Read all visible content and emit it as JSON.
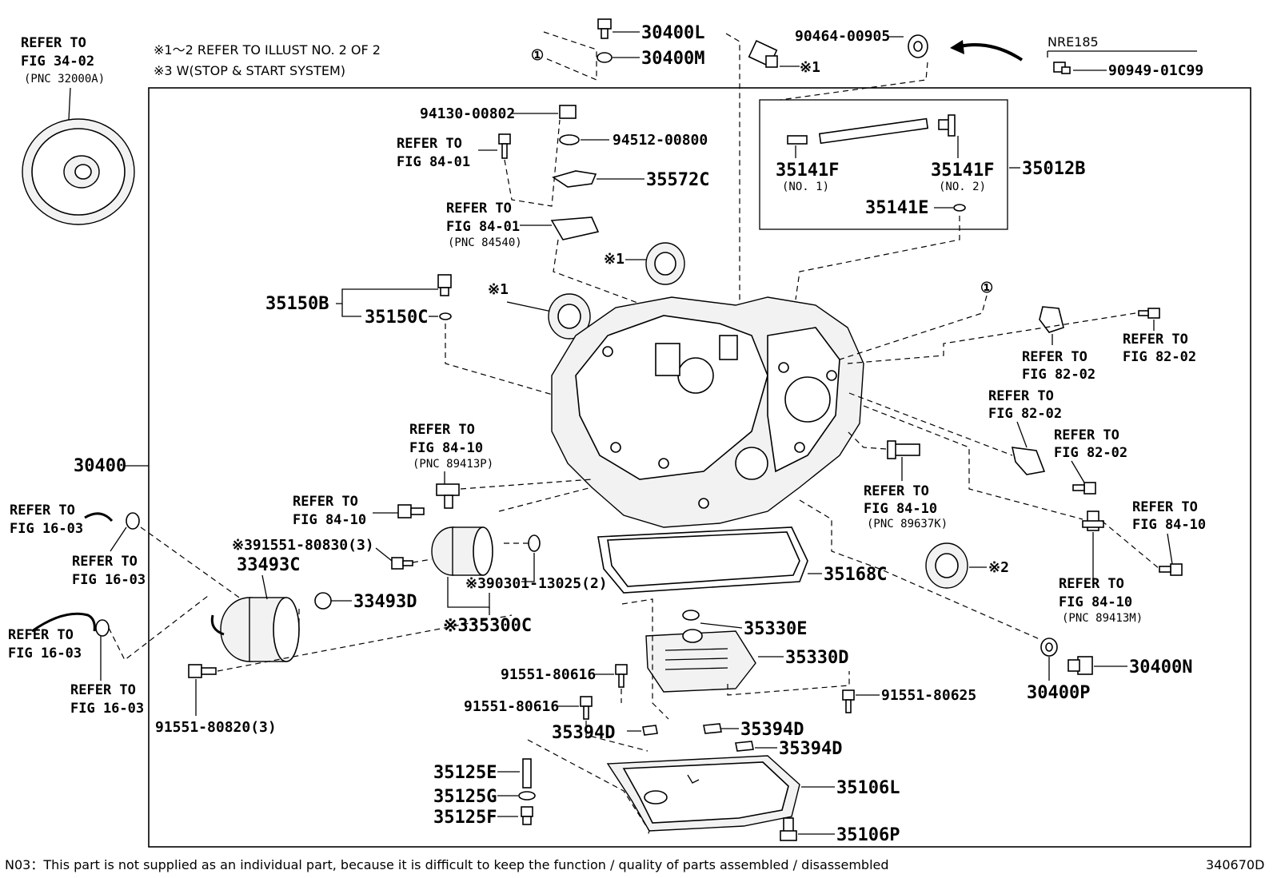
{
  "notes": {
    "line1": "※1～2 REFER TO ILLUST NO. 2 OF 2",
    "line2": "※3 W(STOP & START SYSTEM)",
    "model": "NRE185",
    "footer": "N03：This part is not supplied as an individual part, because it is difficult to keep the function / quality of parts  assembled / disassembled",
    "figure_id": "340670D"
  },
  "refs": {
    "r_34_02": [
      "REFER TO",
      "FIG 34-02",
      "(PNC 32000A)"
    ],
    "r_84_01a": [
      "REFER TO",
      "FIG 84-01"
    ],
    "r_84_01b": [
      "REFER TO",
      "FIG 84-01",
      "(PNC 84540)"
    ],
    "r_84_10a": [
      "REFER TO",
      "FIG 84-10",
      "(PNC 89413P)"
    ],
    "r_84_10b": [
      "REFER TO",
      "FIG 84-10"
    ],
    "r_84_10c": [
      "REFER TO",
      "FIG 84-10",
      "(PNC 89637K)"
    ],
    "r_84_10d": [
      "REFER TO",
      "FIG 84-10"
    ],
    "r_84_10e": [
      "REFER TO",
      "FIG 84-10",
      "(PNC 89413M)"
    ],
    "r_82_02a": [
      "REFER TO",
      "FIG 82-02"
    ],
    "r_82_02b": [
      "REFER TO",
      "FIG 82-02"
    ],
    "r_82_02c": [
      "REFER TO",
      "FIG 82-02"
    ],
    "r_82_02d": [
      "REFER TO",
      "FIG 82-02"
    ],
    "r_16_03a": [
      "REFER TO",
      "FIG 16-03"
    ],
    "r_16_03b": [
      "REFER TO",
      "FIG 16-03"
    ],
    "r_16_03c": [
      "REFER TO",
      "FIG 16-03"
    ],
    "r_16_03d": [
      "REFER TO",
      "FIG 16-03"
    ]
  },
  "parts": {
    "p30400L": "30400L",
    "p30400M": "30400M",
    "p90464": "90464-00905",
    "p90949": "90949-01C99",
    "p94130": "94130-00802",
    "p94512": "94512-00800",
    "p35572C": "35572C",
    "p35141F1": "35141F",
    "p35141F1_sub": "(NO. 1)",
    "p35141F2": "35141F",
    "p35141F2_sub": "(NO. 2)",
    "p35012B": "35012B",
    "p35141E": "35141E",
    "p35150B": "35150B",
    "p35150C": "35150C",
    "p30400": "30400",
    "p91551_80830": "※391551-80830(3)",
    "p33493C": "33493C",
    "p33493D": "33493D",
    "p90301": "※390301-13025(2)",
    "p35300C": "※335300C",
    "p35168C": "35168C",
    "p35330E": "35330E",
    "p35330D": "35330D",
    "p91551_80616a": "91551-80616",
    "p91551_80616b": "91551-80616",
    "p91551_80625": "91551-80625",
    "p91551_80820": "91551-80820(3)",
    "p35394Da": "35394D",
    "p35394Db": "35394D",
    "p35394Dc": "35394D",
    "p35125E": "35125E",
    "p35125G": "35125G",
    "p35125F": "35125F",
    "p35106L": "35106L",
    "p35106P": "35106P",
    "p30400P": "30400P",
    "p30400N": "30400N",
    "mark1": "※1",
    "mark2": "※2",
    "circle1": "①"
  }
}
